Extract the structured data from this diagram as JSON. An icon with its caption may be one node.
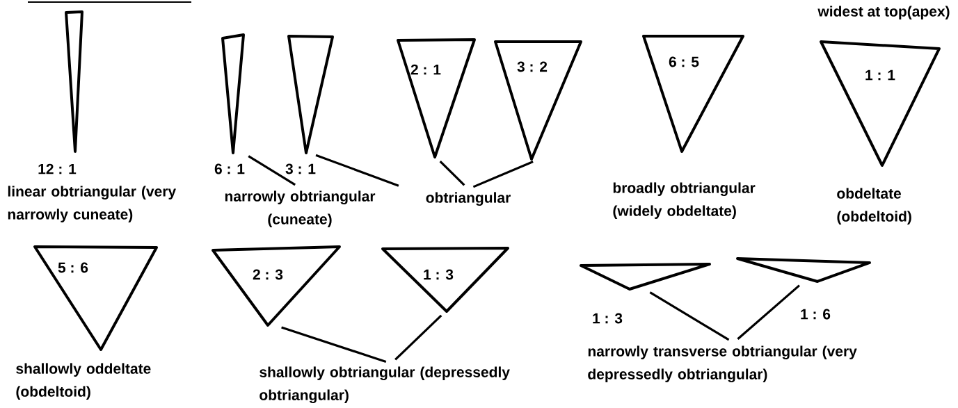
{
  "diagram": {
    "nodes": [
      {
        "text": [],
        "shape": "triangle",
        "beside": [
          "12 : 1",
          "linear obtriangular (very narrowly cuneate)"
        ]
      },
      {
        "text": [],
        "shape": "triangle",
        "beside": [
          "6 : 1"
        ]
      },
      {
        "text": [],
        "shape": "triangle",
        "beside": [
          "3 : 1"
        ]
      },
      {
        "text": [
          "2 : 1"
        ]
      },
      {
        "text": [
          "3 : 2"
        ]
      },
      {
        "text": [
          "6 : 5"
        ],
        "beside": [
          "broadly obtriangular (widely obdeltate)"
        ]
      },
      {
        "text": [
          "1 : 1"
        ],
        "beside": [
          "obdeltate (obdeltoid)"
        ]
      },
      {
        "text": [
          "narrowly obtriangular (cuneate)"
        ]
      },
      {
        "text": [
          "obtriangular"
        ]
      },
      {
        "text": [
          "5 : 6"
        ],
        "beside": [
          "shallowly oddeltate (obdeltoid)"
        ]
      },
      {
        "text": [
          "2 : 3"
        ]
      },
      {
        "text": [
          "1 : 3"
        ]
      },
      {
        "text": [],
        "shape": "triangle",
        "beside": [
          "1 : 3"
        ]
      },
      {
        "text": [],
        "shape": "triangle",
        "beside": [
          "1 : 6"
        ]
      },
      {
        "text": [
          "shallowly obtriangular (depressedly obtriangular)"
        ]
      },
      {
        "text": [
          "narrowly transverse obtriangular (very depressedly obtriangular)"
        ]
      }
    ],
    "edges": [
      {
        "from": 7,
        "to": 1,
        "arrow": "none"
      },
      {
        "from": 7,
        "to": 2,
        "arrow": "none"
      },
      {
        "from": 8,
        "to": 3,
        "arrow": "none"
      },
      {
        "from": 8,
        "to": 4,
        "arrow": "none"
      },
      {
        "from": 14,
        "to": 10,
        "arrow": "none"
      },
      {
        "from": 14,
        "to": 11,
        "arrow": "none"
      },
      {
        "from": 15,
        "to": 12,
        "arrow": "none"
      },
      {
        "from": 15,
        "to": 13,
        "arrow": "none"
      }
    ],
    "labels": [
      "widest at top(apex)"
    ]
  }
}
